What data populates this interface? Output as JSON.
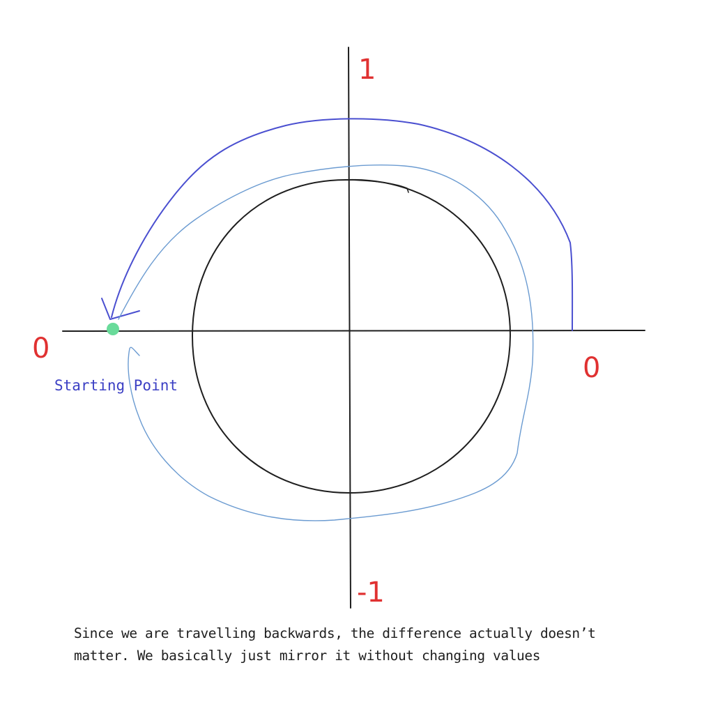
{
  "labels": {
    "top": "1",
    "bottom": "-1",
    "left": "0",
    "right": "0",
    "starting_point": "Starting Point"
  },
  "caption": {
    "line1": "Since we are travelling backwards, the difference actually doesn’t",
    "line2": "matter. We basically just mirror it without changing values"
  },
  "colors": {
    "label_red": "#e03131",
    "outer_arrow": "#4a4fd0",
    "inner_curve": "#6b9bd1",
    "start_point": "#69db9a",
    "start_text": "#3b3fc4",
    "ink": "#1e1e1e"
  }
}
